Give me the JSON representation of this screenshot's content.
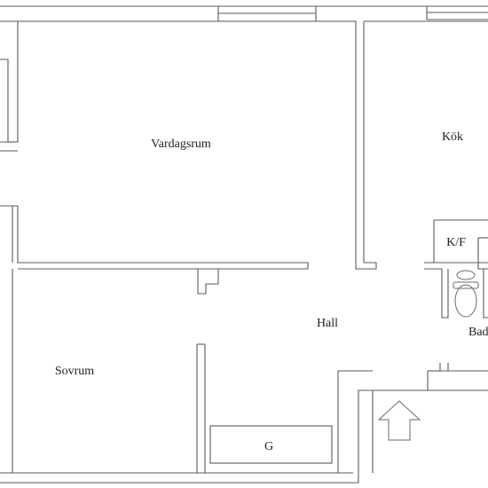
{
  "floorplan": {
    "rooms": {
      "vardagsrum": "Vardagsrum",
      "kok": "Kök",
      "kf": "K/F",
      "hall": "Hall",
      "sovrum": "Sovrum",
      "bad": "Bad",
      "g": "G"
    },
    "icons": {
      "entrance": "entrance-arrow-icon",
      "toilet": "toilet-icon"
    },
    "colors": {
      "wall": "#5a5a5a",
      "text": "#222222"
    }
  }
}
